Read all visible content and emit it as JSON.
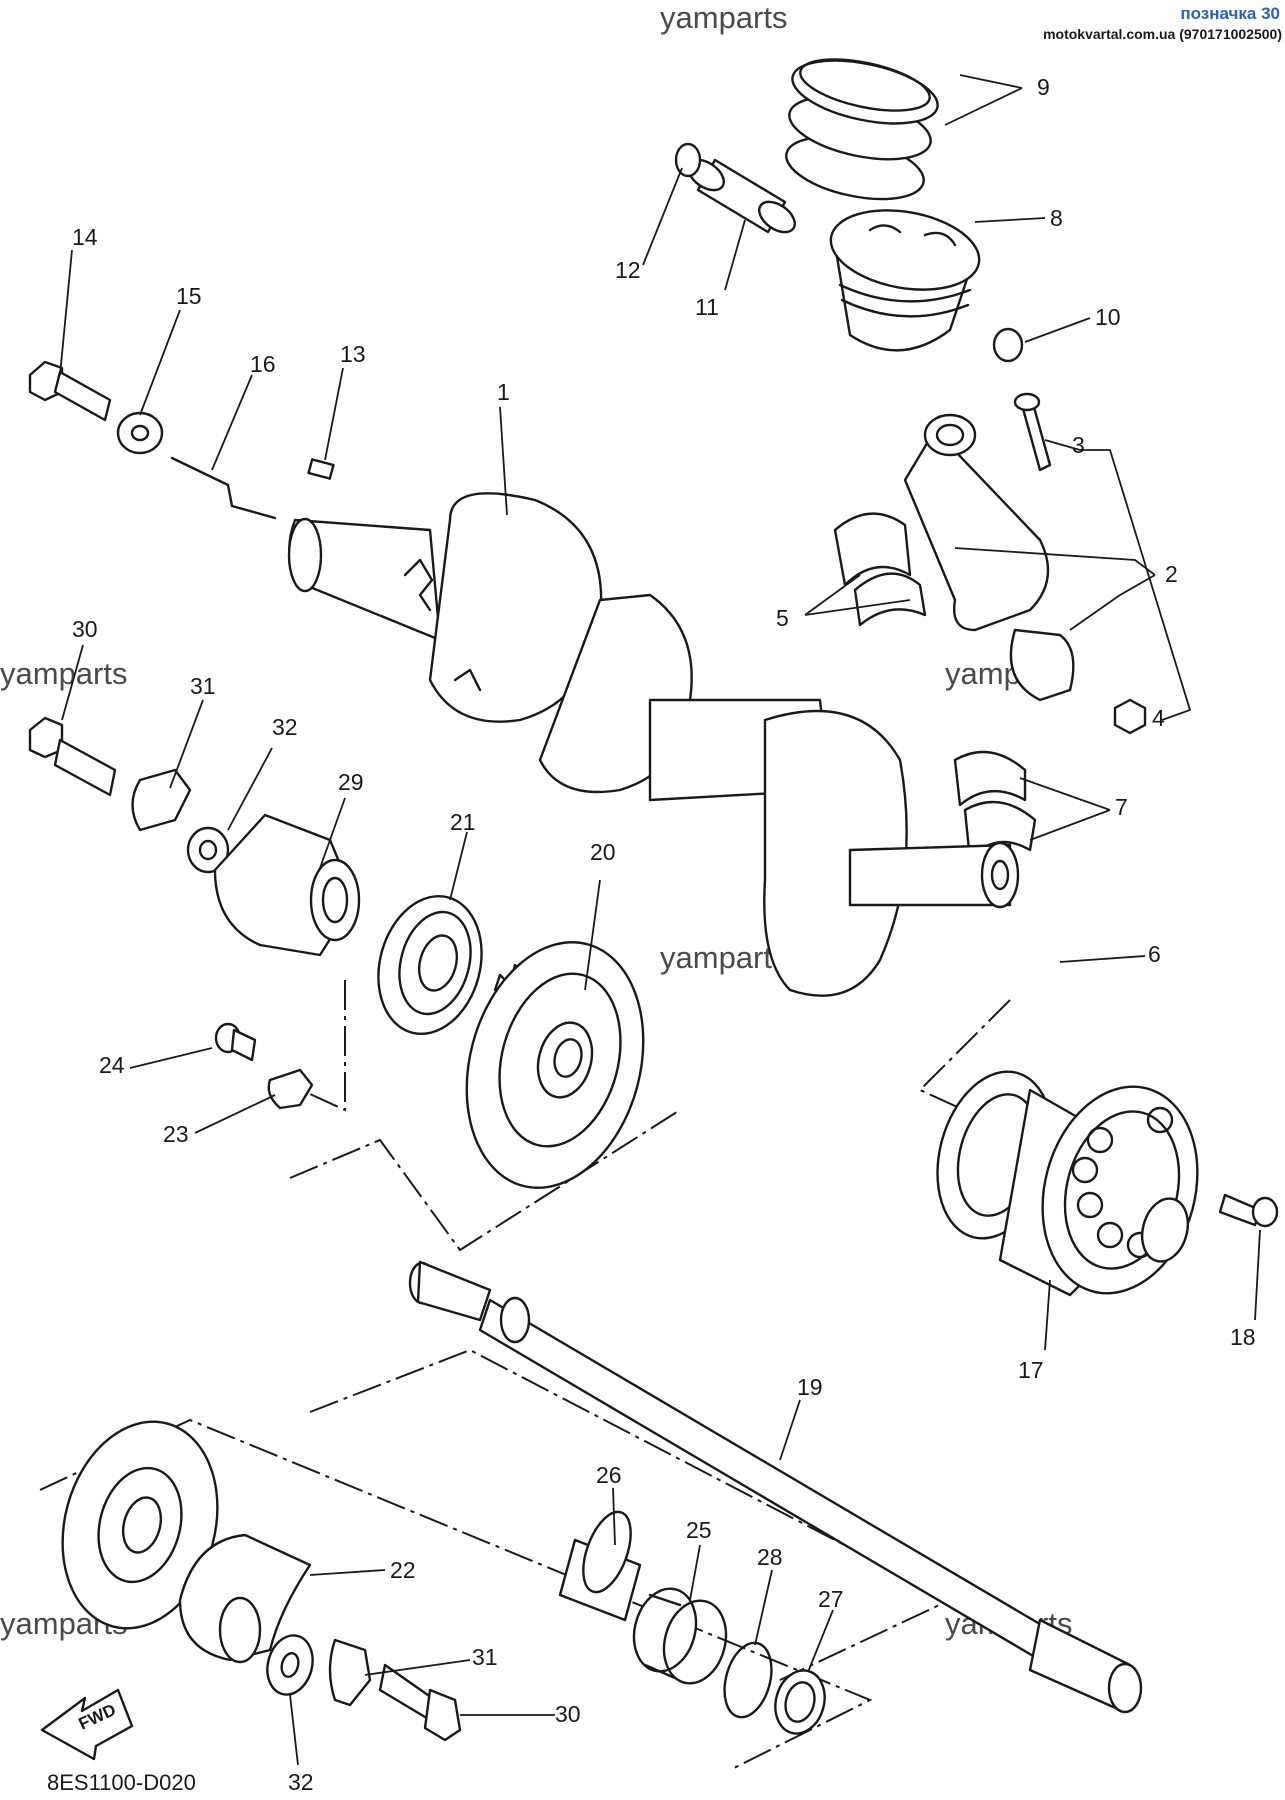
{
  "header": {
    "label": "позначка 30",
    "site": "motokvartal.com.ua (970171002500)"
  },
  "watermark": "yamparts",
  "diagram_code": "8ES1100-D020",
  "fwd_label": "FWD",
  "callouts": [
    "1",
    "2",
    "3",
    "4",
    "5",
    "6",
    "7",
    "8",
    "9",
    "10",
    "11",
    "12",
    "13",
    "14",
    "15",
    "16",
    "17",
    "18",
    "19",
    "20",
    "21",
    "22",
    "23",
    "24",
    "25",
    "26",
    "27",
    "28",
    "29",
    "30",
    "31",
    "32",
    "30",
    "31",
    "32"
  ]
}
